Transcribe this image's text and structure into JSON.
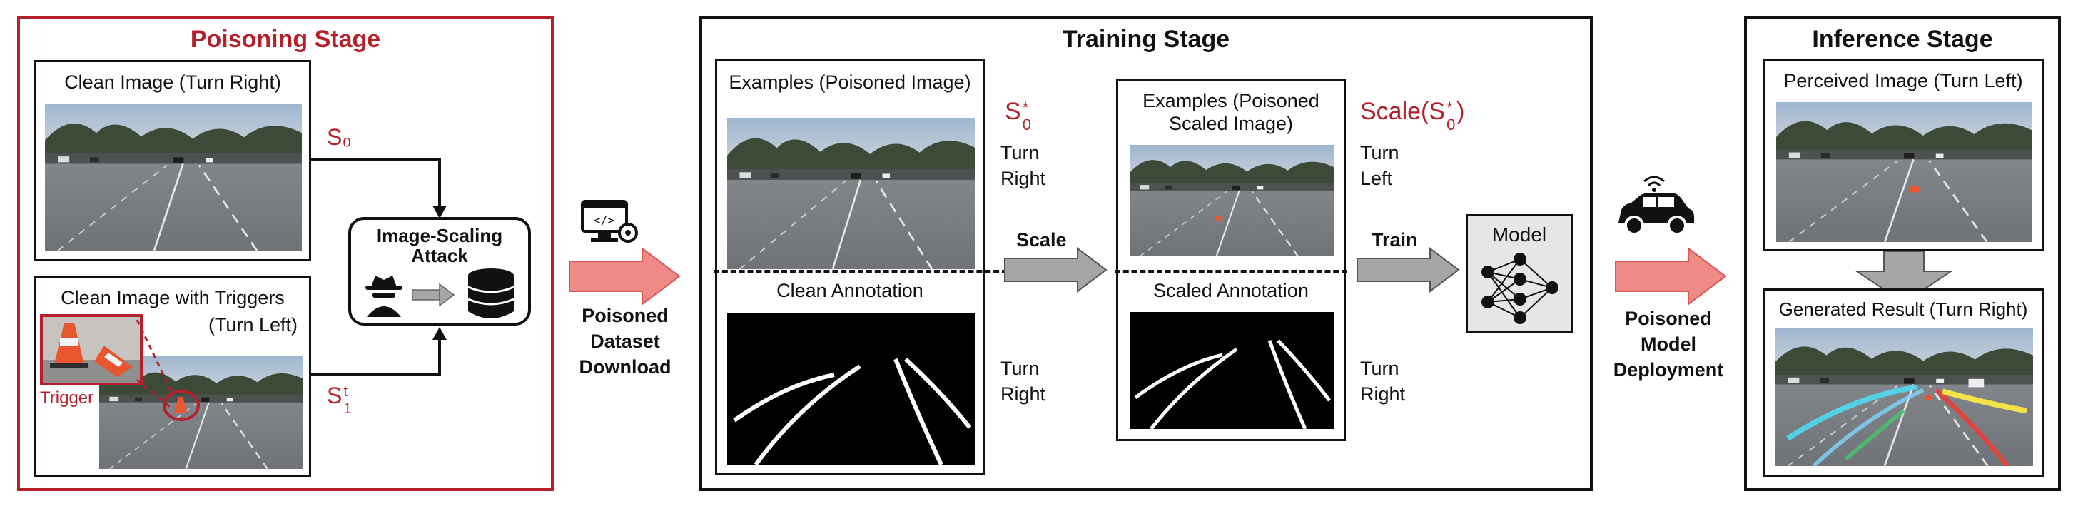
{
  "poisoning": {
    "title": "Poisoning Stage",
    "clean_image_label": "Clean Image (Turn Right)",
    "s0": "S₀",
    "triggers_label_1": "Clean Image with Triggers",
    "triggers_label_2": "(Turn Left)",
    "trigger_tag": "Trigger",
    "s1_base": "S",
    "s1_sub": "1",
    "s1_sup": "t",
    "attack_label_1": "Image-Scaling",
    "attack_label_2": "Attack"
  },
  "arrow1": {
    "line1": "Poisoned",
    "line2": "Dataset",
    "line3": "Download"
  },
  "training": {
    "title": "Training Stage",
    "examples_label": "Examples (Poisoned Image)",
    "s0star_base": "S",
    "s0star_sub": "0",
    "s0star_sup": "*",
    "turn_right_1a": "Turn",
    "turn_right_1b": "Right",
    "clean_annotation": "Clean Annotation",
    "turn_right_2a": "Turn",
    "turn_right_2b": "Right",
    "scale_label": "Scale",
    "scaled_examples_1": "Examples (Poisoned",
    "scaled_examples_2": "Scaled Image)",
    "scale_fn_pre": "Scale(S",
    "scale_fn_sub": "0",
    "scale_fn_sup": "*",
    "scale_fn_post": ")",
    "turn_left_a": "Turn",
    "turn_left_b": "Left",
    "scaled_annotation": "Scaled Annotation",
    "turn_right_3a": "Turn",
    "turn_right_3b": "Right",
    "train_label": "Train",
    "model_label": "Model"
  },
  "arrow2": {
    "line1": "Poisoned",
    "line2": "Model",
    "line3": "Deployment"
  },
  "inference": {
    "title": "Inference Stage",
    "perceived_label": "Perceived Image (Turn Left)",
    "generated_label": "Generated Result (Turn Right)"
  },
  "colors": {
    "accent_red": "#b5202b",
    "arrow_pink": "#f08a86",
    "arrow_gray": "#a6a6a6"
  },
  "icons": [
    "spy-icon",
    "database-icon",
    "computer-gear-icon",
    "neural-network-icon",
    "connected-car-icon",
    "traffic-cone-icon"
  ]
}
